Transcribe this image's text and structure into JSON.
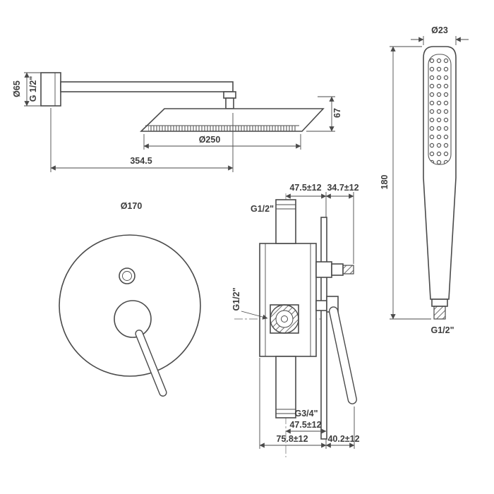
{
  "labels": {
    "overhead": {
      "flange_diameter": "Ø65",
      "arm_thread": "G 1/2\"",
      "arm_length": "354.5",
      "head_diameter": "Ø250",
      "head_drop": "67"
    },
    "handshower": {
      "head_diameter": "Ø23",
      "length": "180",
      "connector_thread": "G1/2\""
    },
    "trim_plate": {
      "diameter": "Ø170"
    },
    "valve": {
      "depth_to_wall": "47.5±12",
      "wall_to_handle": "34.7±12",
      "inlet_thread": "G1/2\"",
      "cartridge_thread": "G1/2\"",
      "outlet_thread": "G3/4\"",
      "outlet_depth": "47.5±12",
      "total_depth": "75.8±12",
      "handle_projection": "40.2±12"
    }
  }
}
